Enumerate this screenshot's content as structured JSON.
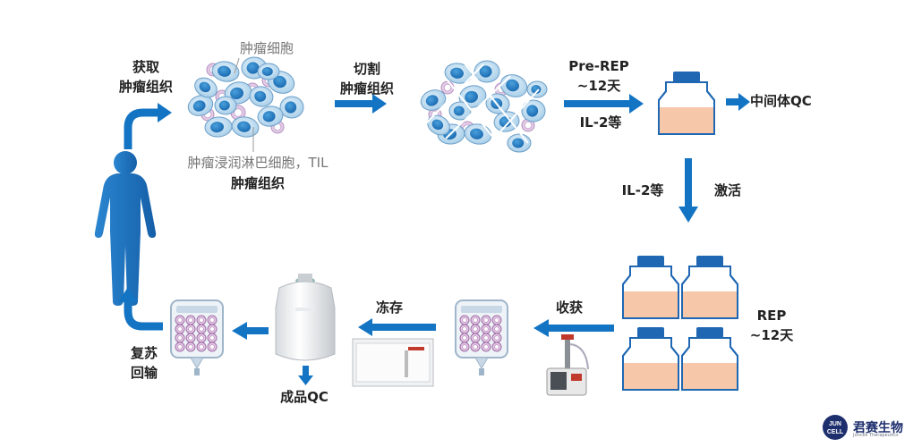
{
  "labels": {
    "harvest": [
      "获取",
      "肿瘤组织"
    ],
    "tumor_cells": "肿瘤细胞",
    "til": "肿瘤浸润淋巴细胞，TIL",
    "tumor_tissue": "肿瘤组织",
    "cut": [
      "切割",
      "肿瘤组织"
    ],
    "pre_rep": [
      "Pre-REP",
      "~12天"
    ],
    "il2_first": "IL-2等",
    "intermediate_qc": "中间体QC",
    "il2_second": "IL-2等",
    "activate": "激活",
    "rep": [
      "REP",
      "~12天"
    ],
    "harvest_cells": "收获",
    "cryopreserve": "冻存",
    "final_qc": "成品QC",
    "thaw": [
      "复苏",
      "回输"
    ]
  },
  "logo": {
    "badge_lines": [
      "JUN",
      "CELL"
    ],
    "name": "君赛生物",
    "subtitle": "Juncell Therapeutics"
  },
  "colors": {
    "arrow": "#1474c4",
    "person": "#1a6fbd",
    "cell_body": "#bcdcf2",
    "cell_nucleus": "#2a83c8",
    "til_cell": "#e3cde6",
    "bottle_media": "#f6c7a8",
    "logo_badge": "#1e2f6e"
  }
}
